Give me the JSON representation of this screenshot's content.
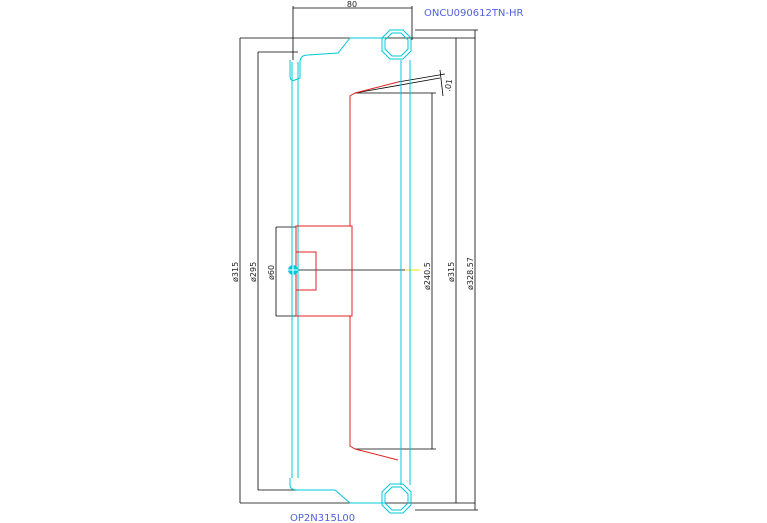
{
  "colors": {
    "background": "#ffffff",
    "dimension": "#000000",
    "profile": "#00c8d8",
    "part": "#e02020",
    "label": "#5060e0",
    "axis": "#f0e000"
  },
  "labels": {
    "tool_top": "ONCU090612TN-HR",
    "tool_bottom": "OP2N315L00"
  },
  "dimensions": {
    "top_width": "80",
    "angle": ".01",
    "d315_left": "ø315",
    "d295": "ø295",
    "d60": "ø60",
    "d240": "ø240.5",
    "d315_right": "ø315",
    "d328": "ø328.57"
  }
}
